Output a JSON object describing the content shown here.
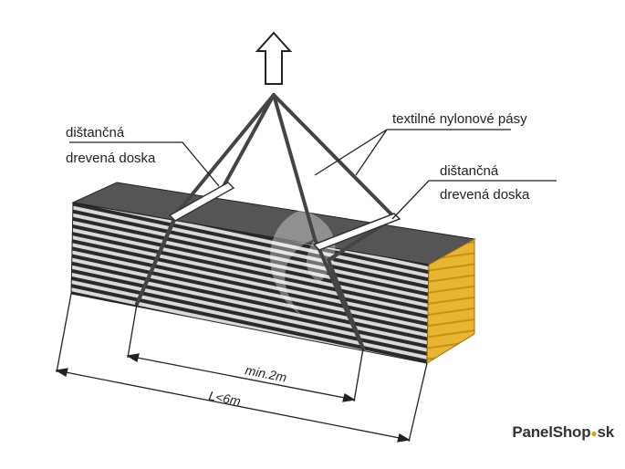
{
  "labels": {
    "left_spacer_line1": "dištančná",
    "left_spacer_line2": "drevená doska",
    "straps": "textilné nylonové pásy",
    "right_spacer_line1": "dištančná",
    "right_spacer_line2": "drevená doska",
    "min_distance": "min.2m",
    "max_length": "L<6m"
  },
  "brand": {
    "name": "PanelShop",
    "tld": "sk"
  },
  "colors": {
    "panel_end": "#e8b530",
    "panel_stripe_dark": "#2a2a2a",
    "panel_stripe_light": "#d9d9d9",
    "strap": "#444444",
    "line": "#222222"
  }
}
